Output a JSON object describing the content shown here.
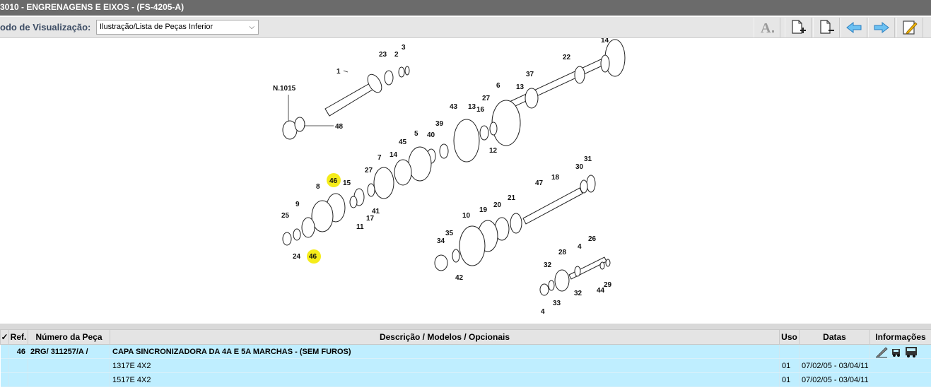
{
  "window": {
    "title": "3010 - ENGRENAGENS E EIXOS - (FS-4205-A)"
  },
  "toolbar": {
    "view_label": "odo de Visualização:",
    "view_select_value": "Ilustração/Lista de Peças Inferior",
    "buttons": [
      {
        "icon": "font-size-icon"
      },
      {
        "icon": "page-add-icon"
      },
      {
        "icon": "page-remove-icon"
      },
      {
        "icon": "arrow-left-icon"
      },
      {
        "icon": "arrow-right-icon"
      },
      {
        "icon": "edit-note-icon"
      }
    ],
    "colors": {
      "arrow": "#4aa8e8",
      "toolbar_bg": "#e6e6e6"
    }
  },
  "diagram": {
    "labels": {
      "n1015": "N.1015",
      "p1": "1",
      "p23": "23",
      "p2": "2",
      "p3": "3",
      "p48": "48",
      "p14a": "14",
      "p22": "22",
      "p37": "37",
      "p13a": "13",
      "p6": "6",
      "p27a": "27",
      "p16": "16",
      "p13b": "13",
      "p43": "43",
      "p12": "12",
      "p39": "39",
      "p40": "40",
      "p5": "5",
      "p45": "45",
      "p14b": "14",
      "p7": "7",
      "p27b": "27",
      "p46a": "46",
      "p15": "15",
      "p8": "8",
      "p9": "9",
      "p25": "25",
      "p24": "24",
      "p46b": "46",
      "p11": "11",
      "p17": "17",
      "p41": "41",
      "p47": "47",
      "p18": "18",
      "p31": "31",
      "p30": "30",
      "p21": "21",
      "p20": "20",
      "p19": "19",
      "p10": "10",
      "p35": "35",
      "p34": "34",
      "p42": "42",
      "p26": "26",
      "p4a": "4",
      "p28": "28",
      "p32a": "32",
      "p32b": "32",
      "p44": "44",
      "p29": "29",
      "p33": "33",
      "p4b": "4"
    },
    "highlight_color": "#f5ec1a"
  },
  "table": {
    "headers": {
      "check": "✓",
      "ref": "Ref.",
      "part_number": "Número da Peça",
      "description": "Descrição / Modelos / Opcionais",
      "usage": "Uso",
      "dates": "Datas",
      "info": "Informações"
    },
    "rows": [
      {
        "ref": "46",
        "part_number": "2RG/  311257/A /",
        "description": "CAPA SINCRONIZADORA DA 4A E 5A MARCHAS - (SEM FUROS)",
        "usage": "",
        "dates": "",
        "icons": [
          "edit-icon",
          "truck-icon",
          "bus-icon"
        ]
      },
      {
        "ref": "",
        "part_number": "",
        "description": "1317E 4X2",
        "usage": "01",
        "dates": "07/02/05 - 03/04/11"
      },
      {
        "ref": "",
        "part_number": "",
        "description": "1517E 4X2",
        "usage": "01",
        "dates": "07/02/05 - 03/04/11"
      }
    ],
    "row_color": "#bfeeff"
  }
}
